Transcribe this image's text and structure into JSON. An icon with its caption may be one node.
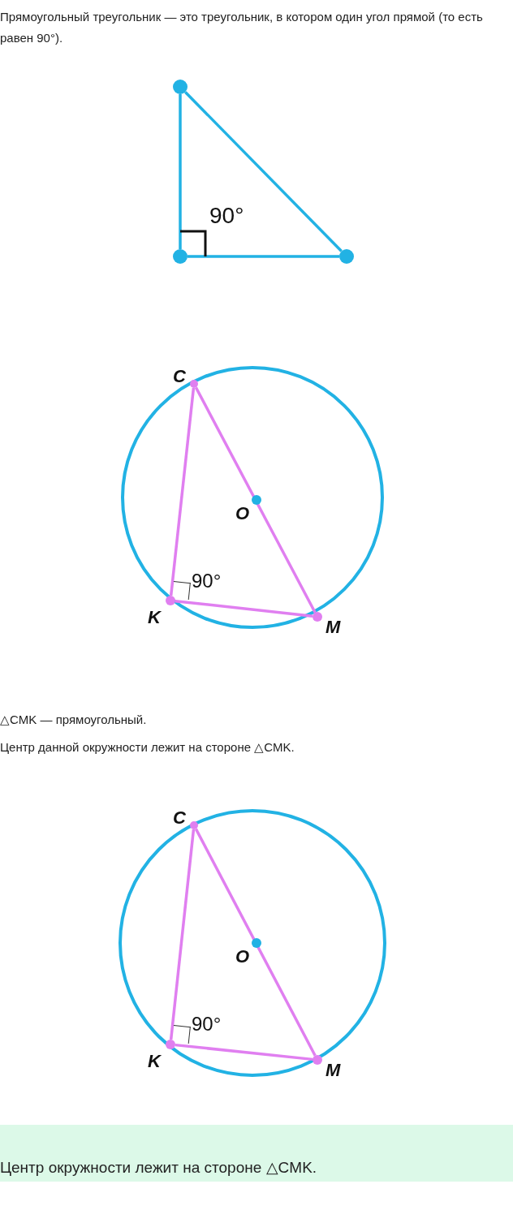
{
  "diagram": {
    "nodes": [
      {
        "text": [],
        "shape": "circle"
      },
      {
        "text": [],
        "shape": "circle"
      },
      {
        "text": [],
        "shape": "circle"
      },
      {
        "text": [],
        "shape": "circle",
        "beside": [
          "C"
        ]
      },
      {
        "text": [],
        "shape": "circle",
        "beside": [
          "O"
        ]
      },
      {
        "text": [],
        "shape": "circle",
        "beside": [
          "K"
        ]
      },
      {
        "text": [],
        "shape": "circle",
        "beside": [
          "M"
        ]
      },
      {
        "text": [],
        "shape": "circle",
        "beside": [
          "C"
        ]
      },
      {
        "text": [],
        "shape": "circle",
        "beside": [
          "O"
        ]
      },
      {
        "text": [],
        "shape": "circle",
        "beside": [
          "K"
        ]
      },
      {
        "text": [],
        "shape": "circle",
        "beside": [
          "M"
        ]
      }
    ],
    "edges": [
      {
        "from": 0,
        "to": 1,
        "arrow": "none",
        "color": "#22b2e4"
      },
      {
        "from": 1,
        "to": 2,
        "arrow": "none",
        "color": "#22b2e4"
      },
      {
        "from": 0,
        "to": 2,
        "arrow": "none",
        "color": "#22b2e4"
      },
      {
        "from": 3,
        "to": 5,
        "arrow": "none"
      },
      {
        "from": 5,
        "to": 6,
        "arrow": "none"
      },
      {
        "from": 3,
        "to": 6,
        "arrow": "none"
      },
      {
        "from": 7,
        "to": 9,
        "arrow": "none"
      },
      {
        "from": 9,
        "to": 10,
        "arrow": "none"
      },
      {
        "from": 7,
        "to": 10,
        "arrow": "none"
      }
    ],
    "labels": [
      "Прямоугольный треугольник — это треугольник, в котором один угол прямой (то есть равен 90°).",
      "90°",
      "90°",
      "△CMK — прямоугольный.",
      "Центр данной окружности лежит на стороне △CMK.",
      "90°",
      "Центр окружности лежит на стороне △CMK."
    ]
  }
}
